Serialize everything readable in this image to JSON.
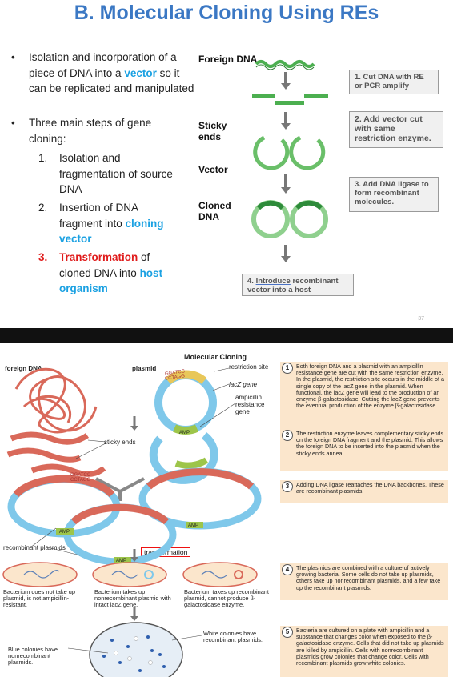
{
  "slide": {
    "title": "B. Molecular Cloning Using REs",
    "bullet1": {
      "pre": "Isolation and incorporation of a piece of DNA into a ",
      "vector": "vector",
      "post": " so it can be replicated and manipulated"
    },
    "bullet2": "Three main steps of gene cloning:",
    "step1": {
      "num": "1.",
      "text": "Isolation and fragmentation of source DNA"
    },
    "step2": {
      "num": "2.",
      "pre": "Insertion of DNA fragment into ",
      "hl": "cloning vector"
    },
    "step3": {
      "num": "3.",
      "hl": "Transformation",
      "mid": " of cloned DNA into ",
      "hl2": "host organism"
    },
    "labels": {
      "foreign_dna": "Foreign DNA",
      "sticky_ends": "Sticky ends",
      "vector": "Vector",
      "cloned_dna": "Cloned DNA"
    },
    "boxes": {
      "b1": "1. Cut DNA with RE or PCR amplify",
      "b2": "2. Add vector cut with same restriction enzyme.",
      "b3": "3. Add DNA ligase to form recombinant molecules.",
      "b4_u": "Introduce",
      "b4_pre": "4. ",
      "b4_post": " recombinant vector into a host"
    },
    "page_number": "37"
  },
  "figure": {
    "title": "Molecular Cloning",
    "foreign_dna": "foreign DNA",
    "plasmid": "plasmid",
    "restriction_site": "restriction site",
    "lacz_gene": "lacZ gene",
    "ampicillin_gene": "ampicillin resistance gene",
    "amp": "AMP",
    "sticky_ends": "sticky ends",
    "recombinant_plasmids": "recombinant plasmids",
    "transformation": "transformation",
    "seq_top": "GGATCC",
    "seq_bottom": "CCTAGG",
    "bact1": "Bacterium does not take up plasmid, is not ampicillin-resistant.",
    "bact2": "Bacterium takes up nonrecombinant plasmid with intact lacZ gene.",
    "bact3": "Bacterium takes up recombinant plasmid, cannot produce β-galactosidase enzyme.",
    "white_colonies": "White colonies have recombinant plasmids.",
    "blue_colonies": "Blue colonies have nonrecombinant plasmids.",
    "notes": [
      {
        "n": "1",
        "text": "Both foreign DNA and a plasmid with an ampicillin resistance gene are cut with the same restriction enzyme. In the plasmid, the restriction site occurs in the middle of a single copy of the lacZ gene in the plasmid. When functional, the lacZ gene will lead to the production of an enzyme β-galactosidase. Cutting the lacZ gene prevents the eventual production of the enzyme β-galactosidase."
      },
      {
        "n": "2",
        "text": "The restriction enzyme leaves complementary sticky ends on the foreign DNA fragment and the plasmid. This allows the foreign DNA to be inserted into the plasmid when the sticky ends anneal."
      },
      {
        "n": "3",
        "text": "Adding DNA ligase reattaches the DNA backbones. These are recombinant plasmids."
      },
      {
        "n": "4",
        "text": "The plasmids are combined with a culture of actively growing bacteria. Some cells do not take up plasmids, others take up nonrecombinant plasmids, and a few take up the recombinant plasmids."
      },
      {
        "n": "5",
        "text": "Bacteria are cultured on a plate with ampicillin and a substance that changes color when exposed to the β-galactosidase enzyme. Cells that did not take up plasmids are killed by ampicillin. Cells with nonrecombinant plasmids grow colonies that change color. Cells with recombinant plasmids grow white colonies."
      }
    ]
  },
  "colors": {
    "title_blue": "#3b78c4",
    "highlight_blue": "#1ba1e2",
    "highlight_red": "#e01b1b",
    "dna_green": "#4caf50",
    "plasmid_blue": "#7fc8ea",
    "insert_red": "#d9695a",
    "note_bg": "#fbe6cc"
  }
}
